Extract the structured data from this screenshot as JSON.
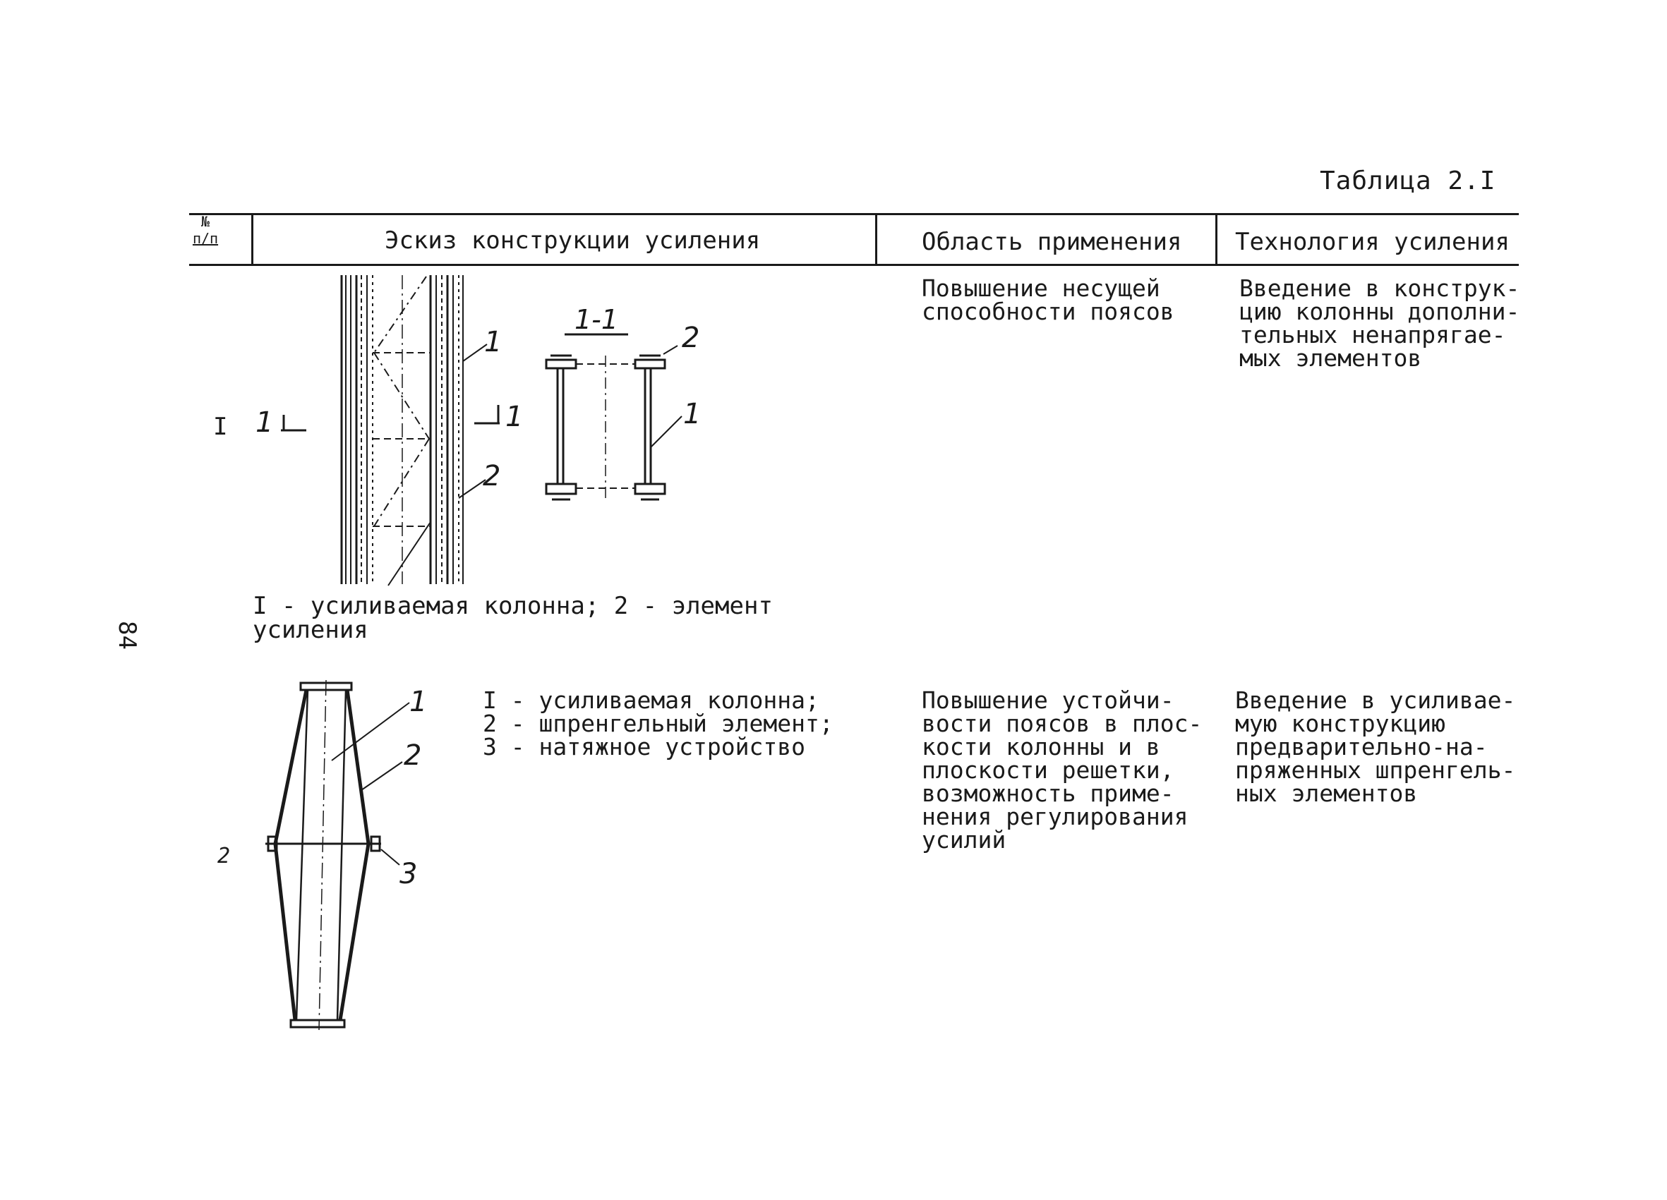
{
  "table_caption": "Таблица  2.I",
  "page_number": "84",
  "headers": {
    "num_line1": "№",
    "num_line2": "п/п",
    "sketch": "Эскиз конструкции усиления",
    "area": "Область применения",
    "technology": "Технология усиления"
  },
  "rows": [
    {
      "num": "I",
      "area": "Повышение несущей\nспособности поясов",
      "technology": "Введение в конструк-\nцию колонны дополни-\nтельных ненапрягае-\nмых элементов",
      "legend": "I - усиливаемая колонна; 2 - элемент\nусиления",
      "section_label": "1-1",
      "cut_label": "1",
      "callouts": [
        "1",
        "2",
        "2",
        "1"
      ]
    },
    {
      "num": "2",
      "area": "Повышение устойчи-\nвости поясов в плос-\nкости колонны и в\nплоскости решетки,\nвозможность приме-\nнения регулирования\nусилий",
      "technology": "Введение в усиливае-\nмую конструкцию\nпредварительно-на-\nпряженных шпренгель-\nных элементов",
      "legend": "I - усиливаемая колонна;\n2 - шпренгельный элемент;\n3 - натяжное устройство",
      "callouts": [
        "1",
        "2",
        "3"
      ]
    }
  ]
}
